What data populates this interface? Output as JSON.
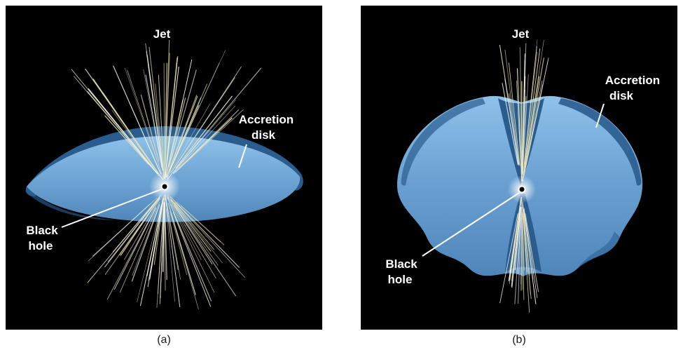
{
  "figure": {
    "panels": [
      {
        "caption": "(a)",
        "labels": {
          "jet": "Jet",
          "accretion": [
            "Accretion",
            "disk"
          ],
          "black_hole": [
            "Black",
            "hole"
          ]
        }
      },
      {
        "caption": "(b)",
        "labels": {
          "jet": "Jet",
          "accretion": [
            "Accretion",
            "disk"
          ],
          "black_hole": [
            "Black",
            "hole"
          ]
        }
      }
    ],
    "colors": {
      "panel_background": "#000000",
      "page_background": "#ffffff",
      "disk_light": "#8ec1ea",
      "disk_mid": "#5e94c6",
      "disk_shadow": "#4f86ba",
      "disk_dark": "#2a5c8e",
      "jet_pale": "#e9e3b2",
      "jet_bright": "#ffffff",
      "pointer_line": "#ffffff",
      "label_text": "#ffffff",
      "caption_text": "#1a1a1a"
    }
  }
}
